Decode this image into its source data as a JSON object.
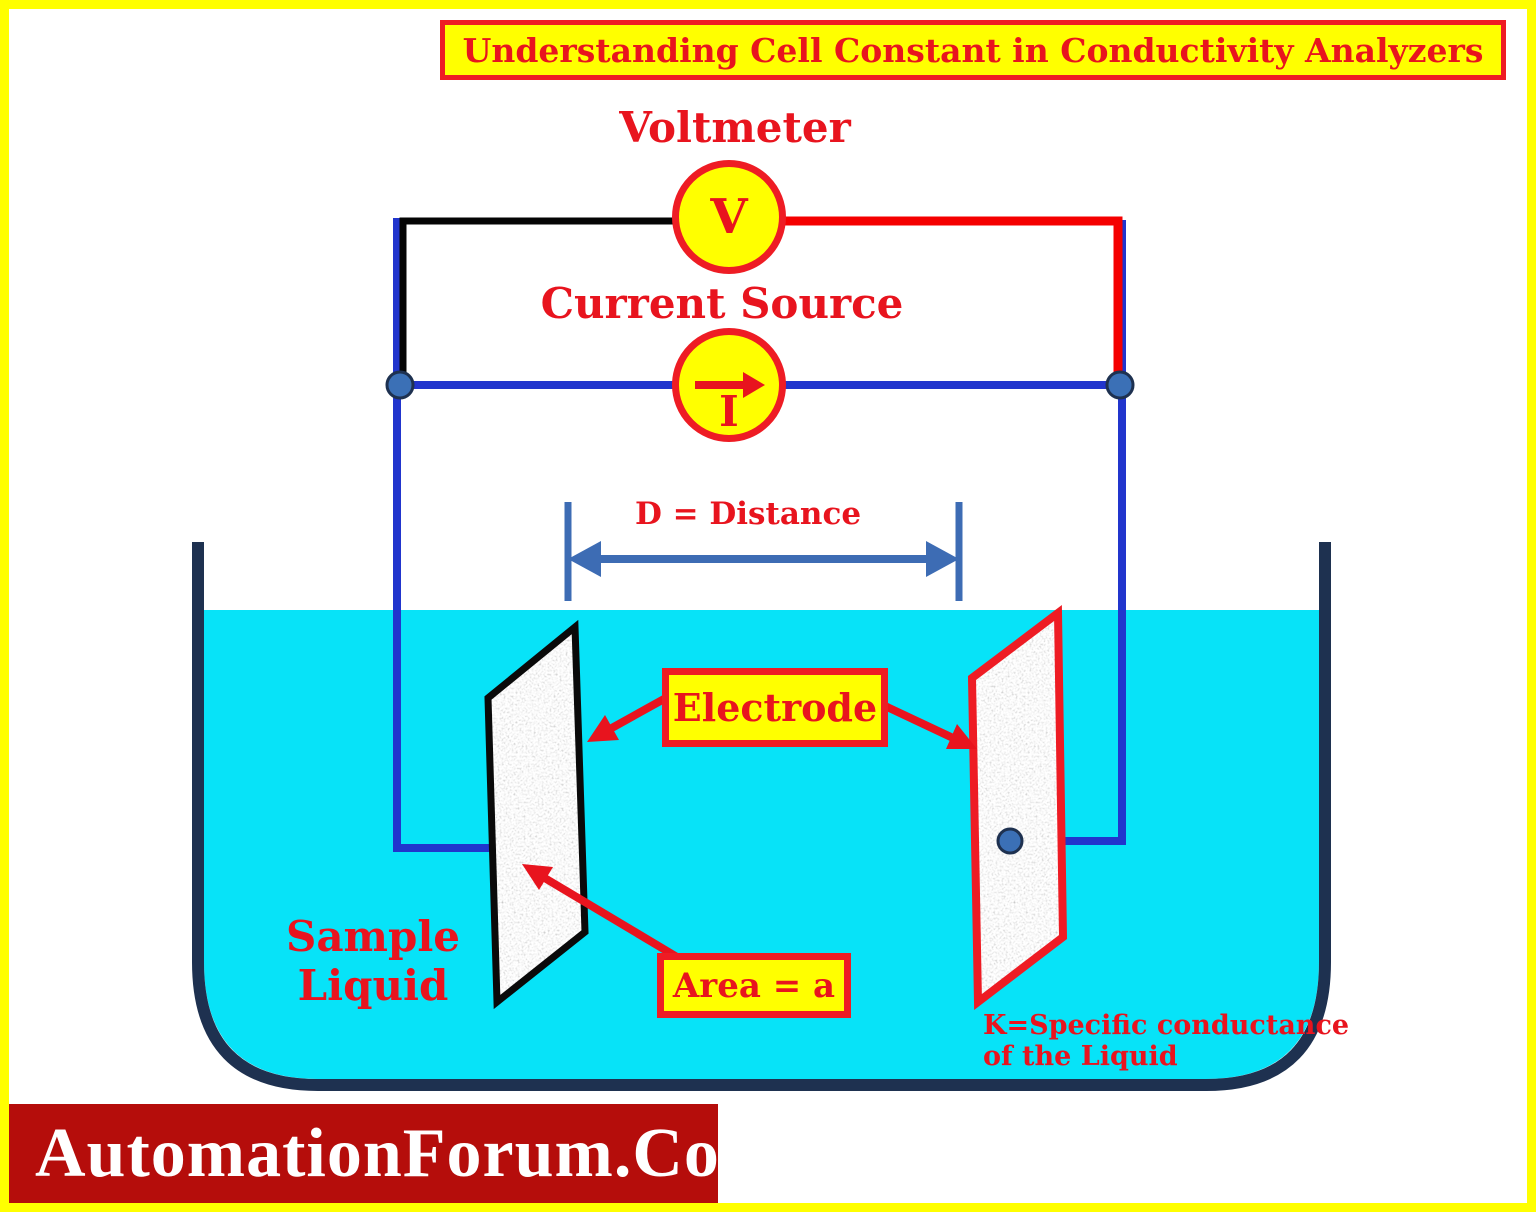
{
  "title": "Understanding Cell Constant in Conductivity Analyzers",
  "voltmeter": {
    "label": "Voltmeter",
    "symbol": "V"
  },
  "current_source": {
    "label": "Current Source",
    "symbol": "I"
  },
  "distance": {
    "label": "D = Distance"
  },
  "electrode": {
    "label": "Electrode"
  },
  "area": {
    "label": "Area = a"
  },
  "sample_liquid": {
    "line1": "Sample",
    "line2": "Liquid"
  },
  "conductance_note": {
    "line1": "K=Specific conductance",
    "line2": "of the Liquid"
  },
  "footer": {
    "brand": "AutomationForum.Co"
  },
  "colors": {
    "frame_yellow": "#ffff00",
    "label_red": "#e8141e",
    "border_red": "#ee1c24",
    "wire_red": "#f50000",
    "wire_black": "#050505",
    "wire_blue": "#2135cd",
    "dimension_blue": "#3d6cb4",
    "junction_dot_fill": "#3b70b6",
    "tank_navy": "#1e3150",
    "liquid_cyan": "#07e3f8",
    "logo_background": "#b50d0b",
    "box_yellow": "#ffff00"
  }
}
